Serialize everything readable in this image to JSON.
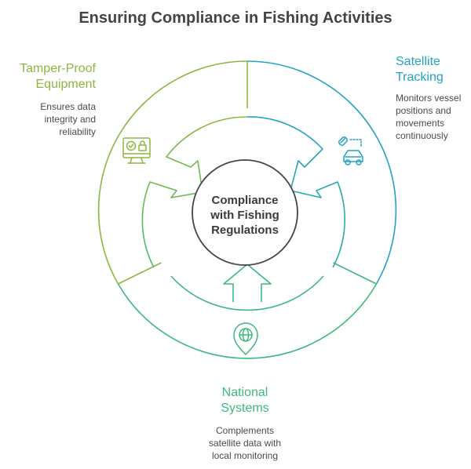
{
  "title": "Ensuring Compliance in Fishing Activities",
  "center": {
    "line1": "Compliance",
    "line2": "with Fishing",
    "line3": "Regulations"
  },
  "segments": [
    {
      "name": "tamper-proof",
      "title_line1": "Tamper-Proof",
      "title_line2": "Equipment",
      "desc_line1": "Ensures data",
      "desc_line2": "integrity and",
      "desc_line3": "reliability",
      "color": "#8db640",
      "icon": "monitor-check-lock-icon"
    },
    {
      "name": "satellite-tracking",
      "title_line1": "Satellite",
      "title_line2": "Tracking",
      "desc_line1": "Monitors vessel",
      "desc_line2": "positions and",
      "desc_line3": "movements",
      "desc_line4": "continuously",
      "color": "#22a2c4",
      "icon": "satellite-car-icon"
    },
    {
      "name": "national-systems",
      "title_line1": "National",
      "title_line2": "Systems",
      "desc_line1": "Complements",
      "desc_line2": "satellite data with",
      "desc_line3": "local monitoring",
      "color": "#3cb97e",
      "icon": "globe-pin-icon"
    }
  ]
}
